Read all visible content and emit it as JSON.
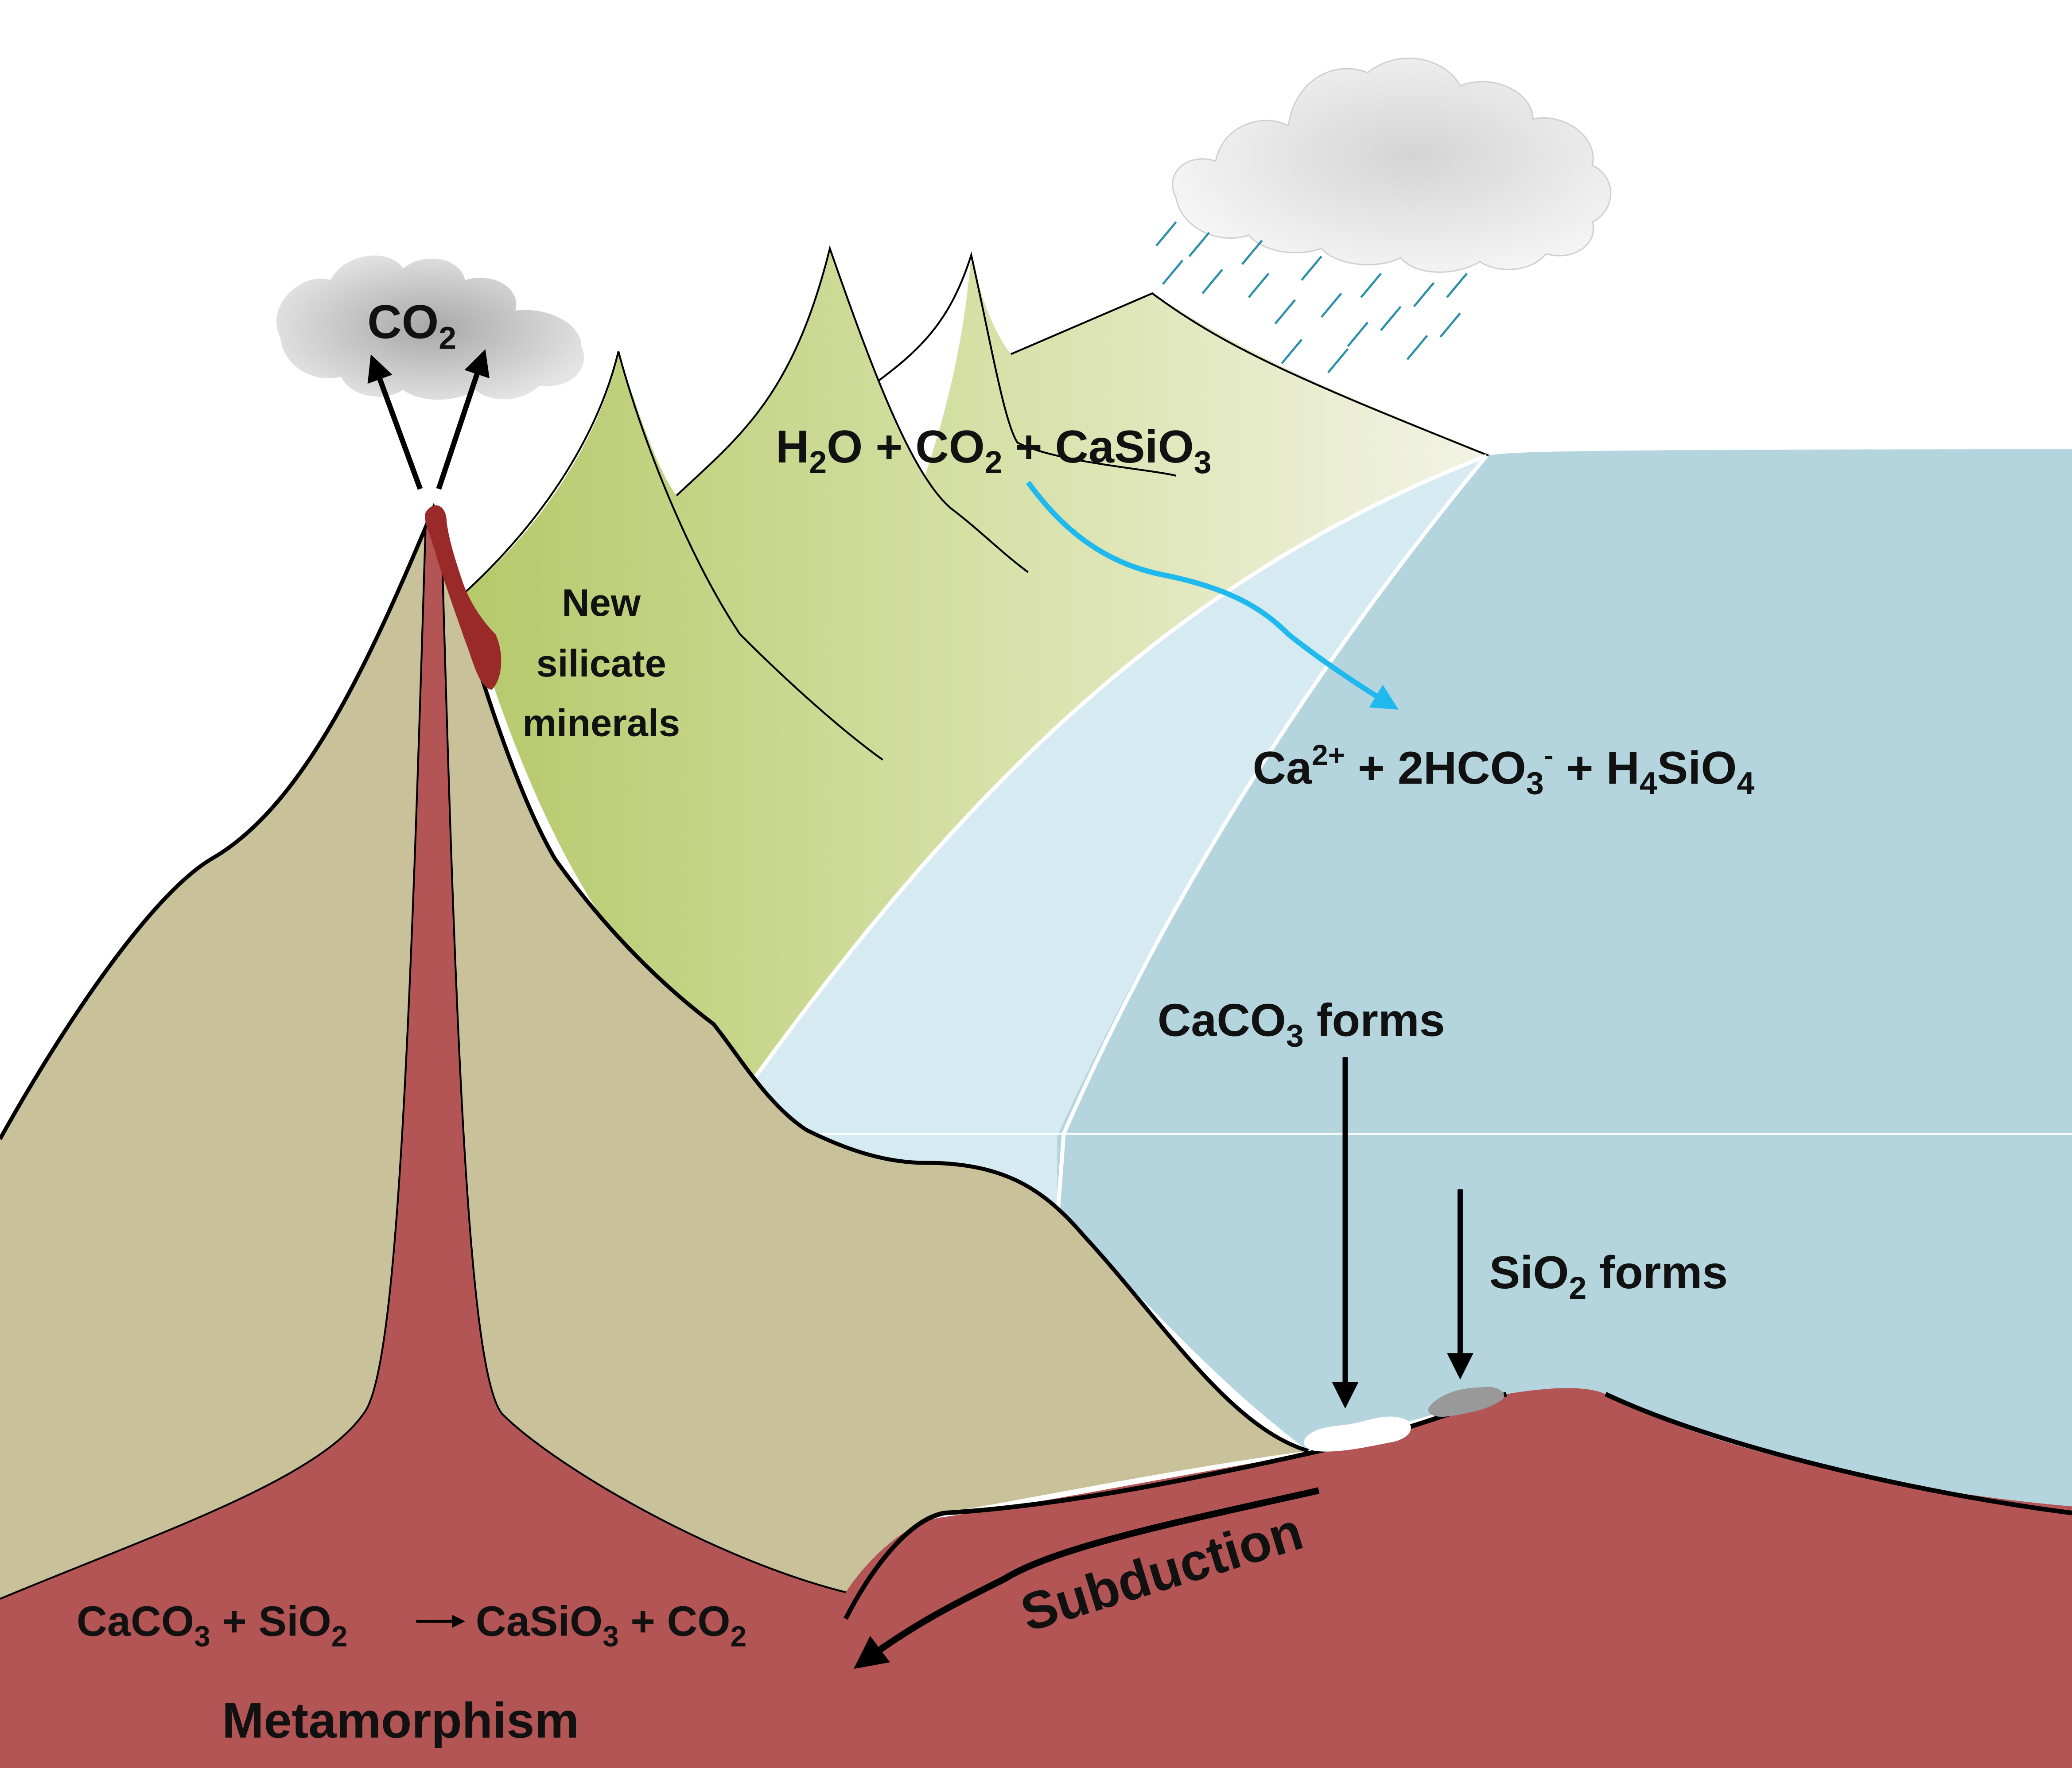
{
  "labels": {
    "volcano_gas": {
      "main": "CO",
      "sub": "2"
    },
    "new_silicate": [
      "New",
      "silicate",
      "minerals"
    ],
    "weathering_reaction": {
      "p1": "H",
      "p1_sub": "2",
      "p2": "O + CO",
      "p2_sub": "2",
      "p3": " + CaSiO",
      "p3_sub": "3"
    },
    "ions": {
      "p1": "Ca",
      "p1_sup": "2+",
      "p2": " + 2HCO",
      "p2_sub": "3",
      "p2_sup": "-",
      "p3": " + H",
      "p3_sub": "4",
      "p4": "SiO",
      "p4_sub": "4"
    },
    "caco3_forms": {
      "p1": "CaCO",
      "p1_sub": "3",
      "p2": " forms"
    },
    "sio2_forms": {
      "p1": "SiO",
      "p1_sub": "2",
      "p2": " forms"
    },
    "metamorphism_reaction": {
      "p1": "CaCO",
      "p1_sub": "3",
      "p2": " + SiO",
      "p2_sub": "2",
      "p3": "CaSiO",
      "p3_sub": "3",
      "p4": " + CO",
      "p4_sub": "2"
    },
    "subduction": "Subduction",
    "metamorphism": "Metamorphism"
  },
  "colors": {
    "magma": "#b35555",
    "lava": "#9a2a2a",
    "land": "#c9c19a",
    "mountain_dark": "#b5c96a",
    "mountain_light": "#eef0d6",
    "shelf_water": "#d6ebf1",
    "ocean": "#b4d4de",
    "cloud": "#d2d2d2",
    "rain": "#2a8fa8",
    "weathering_arrow": "#1fb9ee",
    "outline": "#000000",
    "carbonate": "#ffffff",
    "chert": "#999999"
  },
  "icons": {
    "volcano_plume": "gas-cloud-icon",
    "rain_cloud": "rain-cloud-icon"
  }
}
